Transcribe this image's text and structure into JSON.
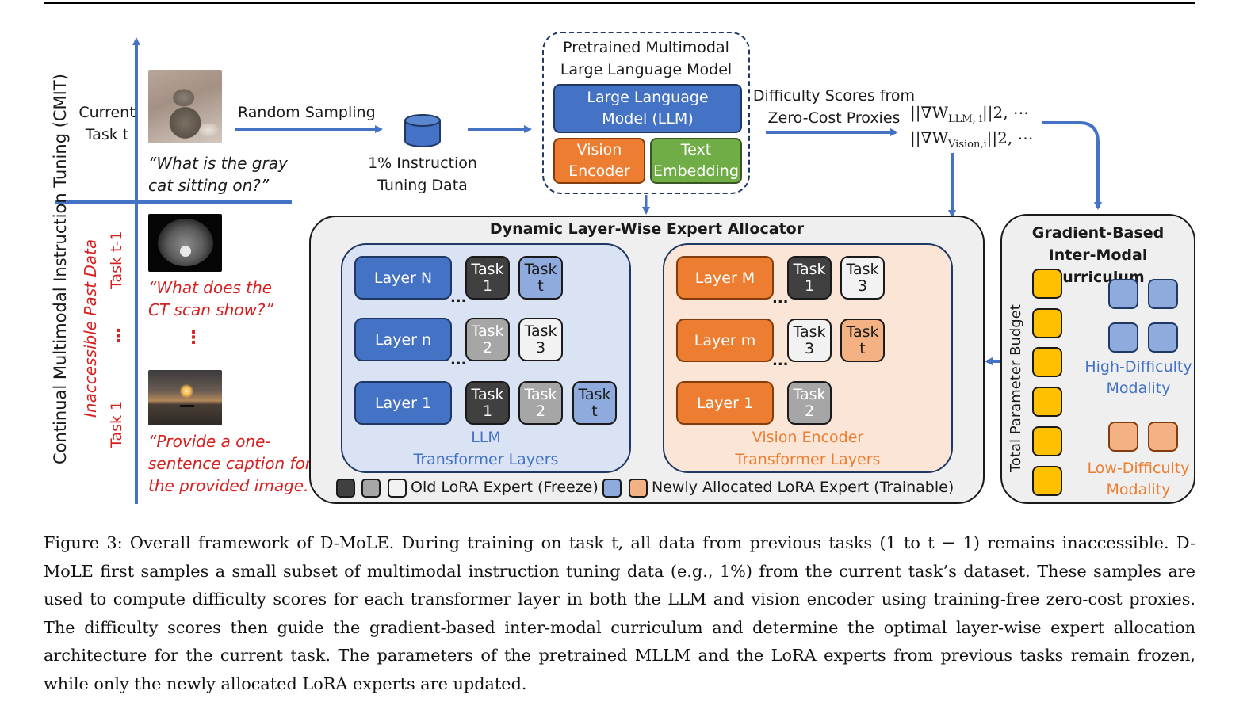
{
  "left": {
    "axis_label": "Continual Multimodal Instruction Tuning (CMIT)",
    "current_task": "Current\nTask t",
    "q_current": "“What is the gray\ncat sitting on?”",
    "past_label": "Inaccessible Past Data",
    "task_t1": "Task t-1",
    "vdots": "⋮",
    "task_1": "Task 1",
    "q_ct": "“What does the\nCT scan show?”",
    "q_caption": "“Provide a one-\nsentence caption for\nthe provided image.”"
  },
  "sampling": {
    "random_sampling": "Random Sampling",
    "data_label": "1% Instruction\nTuning Data"
  },
  "mllm": {
    "title": "Pretrained Multimodal\nLarge Language Model",
    "llm": "Large Language\nModel (LLM)",
    "vision": "Vision\nEncoder",
    "text": "Text\nEmbedding"
  },
  "proxies": {
    "label": "Difficulty Scores from\nZero-Cost Proxies",
    "formula_llm_pre": "||∇W",
    "formula_llm_sub": "LLM, i",
    "formula_llm_post": "||2, ⋯",
    "formula_vis_pre": "||∇W",
    "formula_vis_sub": "Vision,i",
    "formula_vis_post": "||2, ⋯"
  },
  "allocator": {
    "title": "Dynamic Layer-Wise Expert Allocator",
    "llm_caption": "LLM\nTransformer Layers",
    "vis_caption": "Vision Encoder\nTransformer Layers",
    "llm_layers": [
      "Layer N",
      "Layer n",
      "Layer 1"
    ],
    "vis_layers": [
      "Layer M",
      "Layer m",
      "Layer 1"
    ],
    "task1": "Task\n1",
    "task2": "Task\n2",
    "task3": "Task\n3",
    "taskt": "Task\nt",
    "ellipsis": "...",
    "legend_old": "Old LoRA Expert (Freeze)",
    "legend_new": "Newly Allocated LoRA Expert (Trainable)"
  },
  "curriculum": {
    "title": "Gradient-Based\nInter-Modal Curriculum",
    "budget": "Total Parameter Budget",
    "high": "High-Difficulty\nModality",
    "low": "Low-Difficulty\nModality"
  },
  "colors": {
    "blue": "#4472c4",
    "orange": "#ed7d31",
    "green": "#70ad47",
    "arrow": "#4472c4",
    "red_text": "#d61f1f",
    "gold": "#ffc000"
  },
  "caption": {
    "label": "Figure 3:",
    "body": "Overall framework of D-MoLE. During training on task t, all data from previous tasks (1 to t − 1) remains inaccessible. D-MoLE first samples a small subset of multimodal instruction tuning data (e.g., 1%) from the current task’s dataset. These samples are used to compute difficulty scores for each transformer layer in both the LLM and vision encoder using training-free zero-cost proxies. The difficulty scores then guide the gradient-based inter-modal curriculum and determine the optimal layer-wise expert allocation architecture for the current task. The parameters of the pretrained MLLM and the LoRA experts from previous tasks remain frozen, while only the newly allocated LoRA experts are updated."
  }
}
